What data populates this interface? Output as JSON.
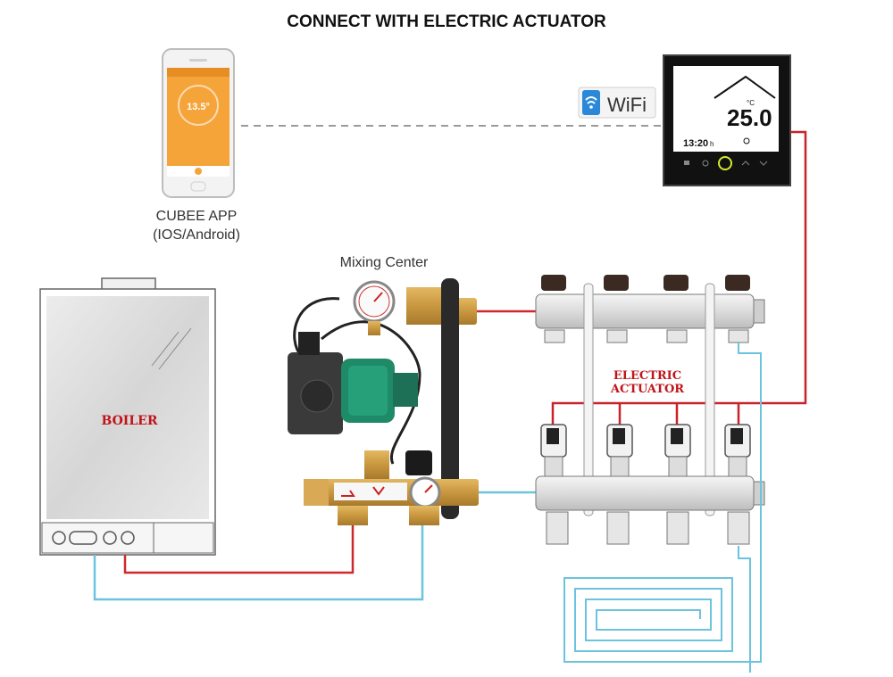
{
  "title": "CONNECT WITH ELECTRIC ACTUATOR",
  "app": {
    "name_line1": "CUBEE APP",
    "name_line2": "(IOS/Android)",
    "screen_temp": "13.5°"
  },
  "wifi_badge": "WiFi",
  "thermostat": {
    "temp": "25.0",
    "unit": "°C",
    "clock": "13:20",
    "clock_suffix": "h"
  },
  "mixing_center_label": "Mixing Center",
  "boiler_label": "BOILER",
  "actuator_label_line1": "ELECTRIC",
  "actuator_label_line2": "ACTUATOR",
  "colors": {
    "supply_line": "#d0282e",
    "return_line": "#6cc3de",
    "wifi_link": "#9a9a9a",
    "label_red": "#c0141b",
    "pump_green": "#1f8a67",
    "brass": "#c9973f"
  }
}
